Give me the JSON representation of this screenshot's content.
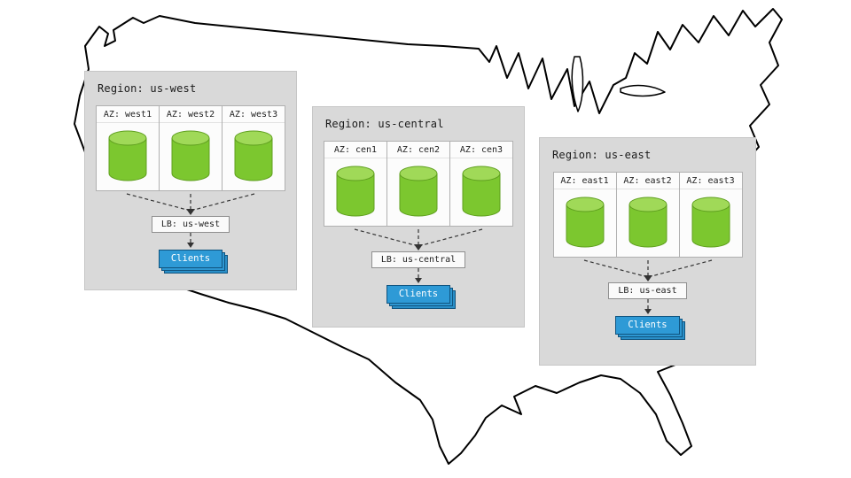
{
  "map": {
    "label": "united-states-outline"
  },
  "regions": [
    {
      "title": "Region: us-west",
      "azs": [
        "AZ: west1",
        "AZ: west2",
        "AZ: west3"
      ],
      "lb_label": "LB: us-west",
      "clients_label": "Clients"
    },
    {
      "title": "Region: us-central",
      "azs": [
        "AZ: cen1",
        "AZ: cen2",
        "AZ: cen3"
      ],
      "lb_label": "LB: us-central",
      "clients_label": "Clients"
    },
    {
      "title": "Region: us-east",
      "azs": [
        "AZ: east1",
        "AZ: east2",
        "AZ: east3"
      ],
      "lb_label": "LB: us-east",
      "clients_label": "Clients"
    }
  ],
  "colors": {
    "region_bg": "#d9d9d9",
    "az_bg": "#fcfcfc",
    "cylinder_body": "#7cc72f",
    "cylinder_top": "#a0d958",
    "cylinder_stroke": "#5f9f1f",
    "clients_bg": "#2e9ad6",
    "clients_border": "#10547f",
    "connector": "#333333",
    "map_stroke": "#000000"
  }
}
